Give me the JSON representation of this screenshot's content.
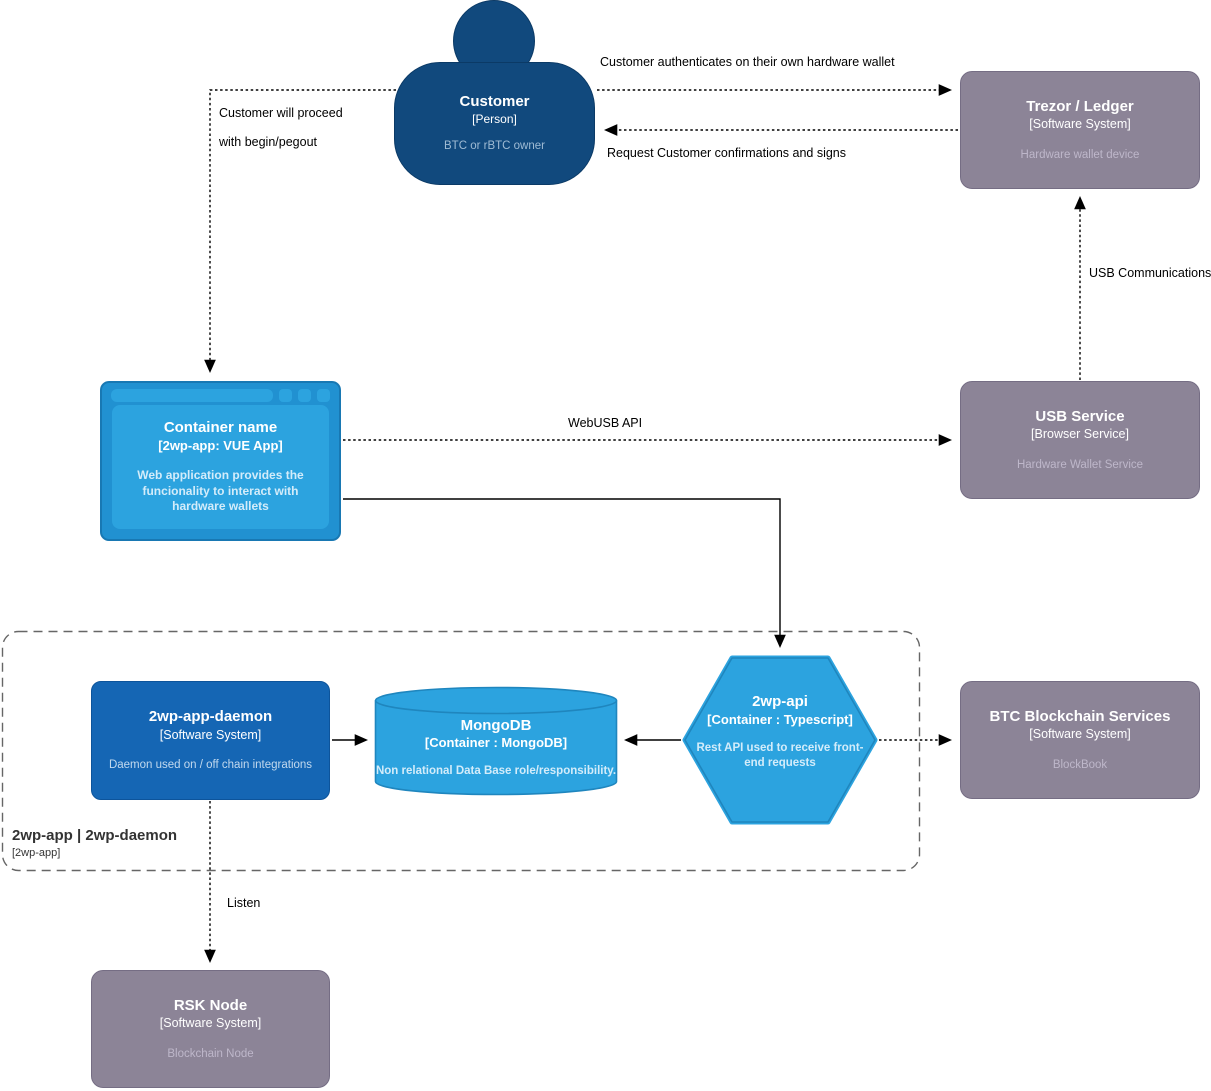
{
  "colors": {
    "navy": "#11497d",
    "navy-border": "#0b3a66",
    "person-desc": "#9fbbd4",
    "gray": "#8c8497",
    "gray-border": "#756d84",
    "gray-desc": "#beb7ca",
    "blue-dark": "#1566b4",
    "blue-dark-border": "#0d549b",
    "blue-dark-desc": "#c2d9ee",
    "blue": "#2ca3df",
    "blue-border": "#1f86be",
    "blue-desc": "#d3ecfa",
    "window": "#2191d1",
    "window-border": "#1878b3",
    "edge": "#000000",
    "boundary": "#666666",
    "boundary-text": "#333333"
  },
  "nodes": {
    "customer": {
      "title": "Customer",
      "subtitle": "[Person]",
      "description": "BTC or rBTC owner"
    },
    "trezor": {
      "title": "Trezor / Ledger",
      "subtitle": "[Software System]",
      "description": "Hardware wallet device"
    },
    "webapp": {
      "title": "Container name",
      "subtitle": "[2wp-app: VUE App]",
      "description": "Web application provides the funcionality to interact with hardware wallets"
    },
    "usb_service": {
      "title": "USB Service",
      "subtitle": "[Browser Service]",
      "description": "Hardware Wallet Service"
    },
    "daemon": {
      "title": "2wp-app-daemon",
      "subtitle": "[Software System]",
      "description": "Daemon used on / off chain integrations"
    },
    "mongodb": {
      "title": "MongoDB",
      "subtitle": "[Container : MongoDB]",
      "description": "Non relational Data Base role/responsibility."
    },
    "api": {
      "title": "2wp-api",
      "subtitle": "[Container : Typescript]",
      "description": "Rest API used to receive front-end requests"
    },
    "btc": {
      "title": "BTC Blockchain Services",
      "subtitle": "[Software System]",
      "description": "BlockBook"
    },
    "rsk": {
      "title": "RSK Node",
      "subtitle": "[Software System]",
      "description": "Blockchain Node"
    }
  },
  "boundary": {
    "title": "2wp-app | 2wp-daemon",
    "subtitle": "[2wp-app]"
  },
  "edges": {
    "auth": {
      "label": "Customer authenticates on their own hardware wallet"
    },
    "confirm": {
      "label": "Request Customer confirmations and signs"
    },
    "proceed": {
      "label_line1": "Customer will proceed",
      "label_line2": "with begin/pegout"
    },
    "usb_comm": {
      "label": "USB Communications"
    },
    "webusb": {
      "label": "WebUSB API"
    },
    "listen": {
      "label": "Listen"
    }
  }
}
